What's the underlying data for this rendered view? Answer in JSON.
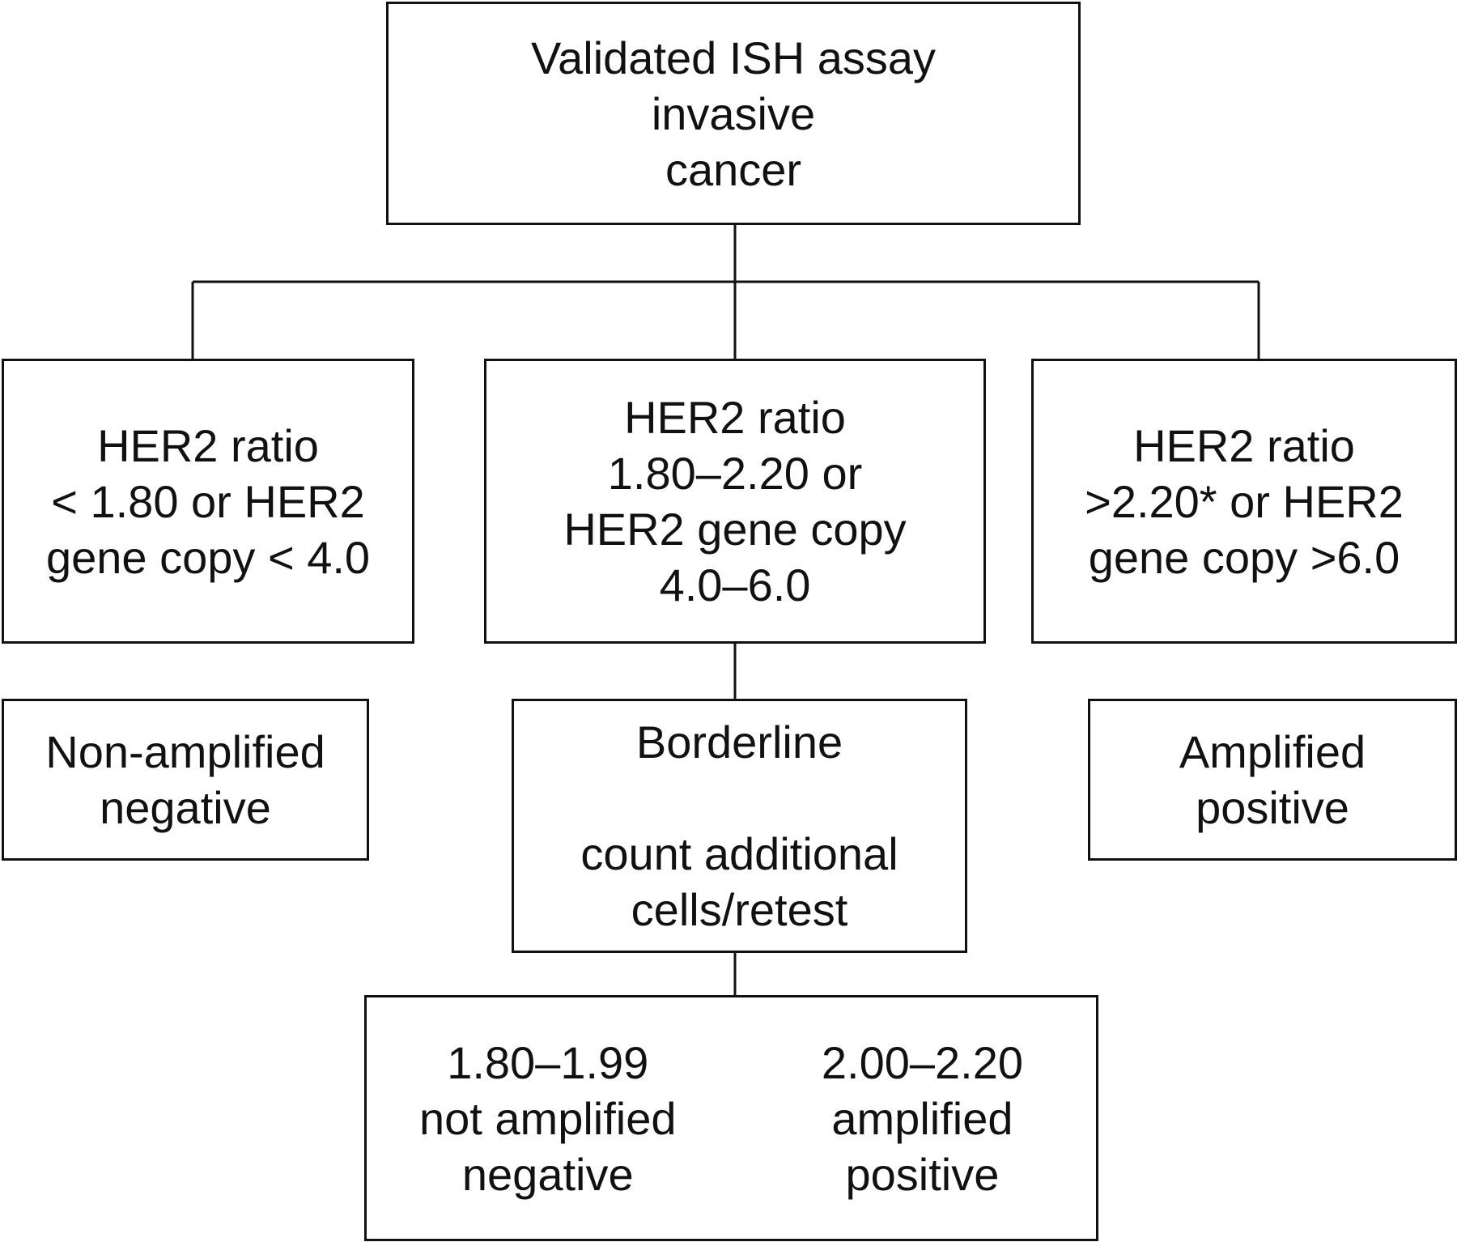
{
  "root": {
    "lines": [
      "Validated ISH assay",
      "invasive",
      "cancer"
    ]
  },
  "left_criteria": {
    "lines": [
      "HER2 ratio",
      "< 1.80 or HER2",
      "gene copy < 4.0"
    ]
  },
  "middle_criteria": {
    "lines": [
      "HER2 ratio",
      "1.80–2.20 or",
      "HER2 gene copy",
      "4.0–6.0"
    ]
  },
  "right_criteria": {
    "lines": [
      "HER2 ratio",
      ">2.20* or HER2",
      "gene copy >6.0"
    ]
  },
  "left_result": {
    "lines": [
      "Non-amplified",
      "negative"
    ]
  },
  "middle_result": {
    "title": "Borderline",
    "lines": [
      "count additional",
      "cells/retest"
    ]
  },
  "right_result": {
    "lines": [
      "Amplified",
      "positive"
    ]
  },
  "retest_outcome": {
    "left": {
      "lines": [
        "1.80–1.99",
        "not amplified",
        "negative"
      ]
    },
    "right": {
      "lines": [
        "2.00–2.20",
        "amplified",
        "positive"
      ]
    }
  }
}
